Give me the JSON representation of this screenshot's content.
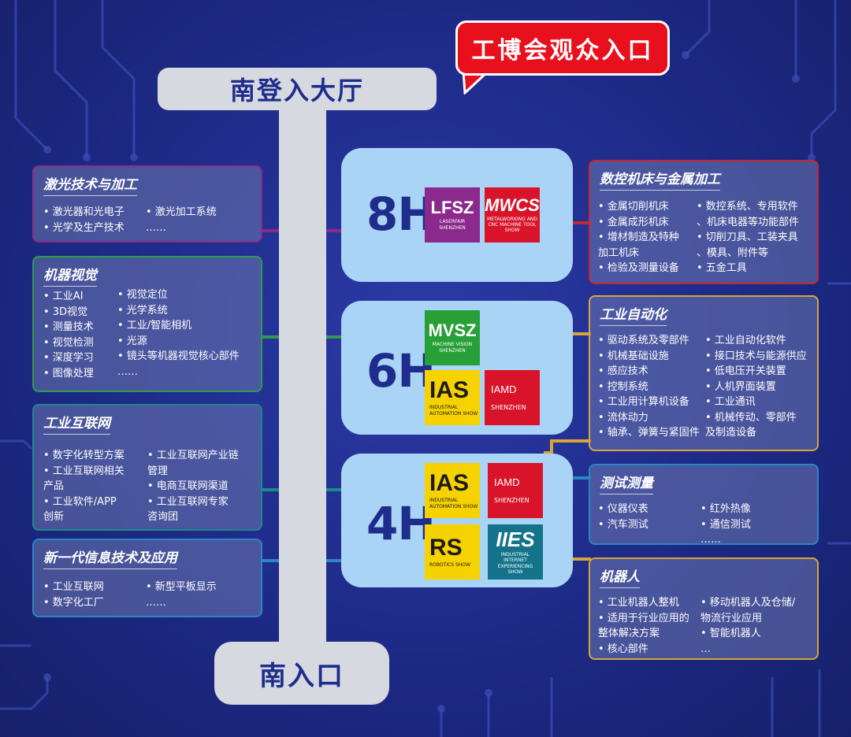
{
  "bubble": {
    "text": "工博会观众入口"
  },
  "south_hall": {
    "label": "南登入大厅"
  },
  "south_entrance": {
    "label": "南入口"
  },
  "halls": {
    "h8": {
      "label": "8H",
      "logos": {
        "lfsz": {
          "main": "LFSZ",
          "sub": "LASERFAIR SHENZHEN"
        },
        "mwcs": {
          "main": "MWCS",
          "sub": "METALWORKING AND CNC MACHINE TOOL SHOW"
        }
      }
    },
    "h6": {
      "label": "6H",
      "logos": {
        "mvsz": {
          "main": "MVSZ",
          "sub": "MACHINE VISION SHENZHEN"
        },
        "ias": {
          "main": "IAS",
          "sub": "INDUSTRIAL AUTOMATION SHOW"
        },
        "iamd": {
          "main": "IAMD",
          "sub": "SHENZHEN"
        }
      }
    },
    "h4": {
      "label": "4H",
      "logos": {
        "ias": {
          "main": "IAS",
          "sub": "INDUSTRIAL AUTOMATION SHOW"
        },
        "iamd": {
          "main": "IAMD",
          "sub": "SHENZHEN"
        },
        "rs": {
          "main": "RS",
          "sub": "ROBOTICS SHOW"
        },
        "iies": {
          "main": "IIES",
          "sub": "INDUSTRIAL INTERNET EXPERIENCING SHOW"
        }
      }
    }
  },
  "categories": {
    "laser": {
      "title": "激光技术与加工",
      "col1": [
        "• 激光器和光电子",
        "• 光学及生产技术"
      ],
      "col2": [
        "• 激光加工系统",
        "……"
      ]
    },
    "vision": {
      "title": "机器视觉",
      "col1": [
        "• 工业AI",
        "• 3D视觉",
        "• 测量技术",
        "• 视觉检测",
        "• 深度学习",
        "• 图像处理"
      ],
      "col2": [
        "• 视觉定位",
        "• 光学系统",
        "• 工业/智能相机",
        "• 光源",
        "• 镜头等机器视觉核心部件",
        "……"
      ]
    },
    "iiot": {
      "title": "工业互联网",
      "col1": [
        "• 数字化转型方案",
        "• 工业互联网相关",
        "  产品",
        "• 工业软件/APP",
        "  创新"
      ],
      "col2": [
        "• 工业互联网产业链",
        "  管理",
        "• 电商互联网渠道",
        "• 工业互联网专家",
        "  咨询团"
      ]
    },
    "it": {
      "title": "新一代信息技术及应用",
      "col1": [
        "• 工业互联网",
        "• 数字化工厂"
      ],
      "col2": [
        "• 新型平板显示",
        "……"
      ]
    },
    "cnc": {
      "title": "数控机床与金属加工",
      "col1": [
        "• 金属切削机床",
        "• 金属成形机床",
        "• 增材制造及特种",
        "  加工机床",
        "• 检验及测量设备"
      ],
      "col2": [
        "• 数控系统、专用软件",
        "、机床电器等功能部件",
        "• 切削刀具、工装夹具",
        "、模具、附件等",
        "• 五金工具"
      ]
    },
    "automation": {
      "title": "工业自动化",
      "col1": [
        "• 驱动系统及零部件",
        "• 机械基础设施",
        "• 感应技术",
        "• 控制系统",
        "• 工业用计算机设备",
        "• 流体动力",
        "• 轴承、弹簧与紧固件"
      ],
      "col2": [
        "• 工业自动化软件",
        "• 接口技术与能源供应",
        "• 低电压开关装置",
        "• 人机界面装置",
        "• 工业通讯",
        "• 机械传动、零部件",
        "及制造设备"
      ]
    },
    "testing": {
      "title": "测试测量",
      "col1": [
        "• 仪器仪表",
        "• 汽车测试"
      ],
      "col2": [
        "• 红外热像",
        "• 通信测试",
        "……"
      ]
    },
    "robot": {
      "title": "机器人",
      "col1": [
        "• 工业机器人整机",
        "• 适用于行业应用的",
        "  整体解决方案",
        "• 核心部件"
      ],
      "col2": [
        "• 移动机器人及仓储/",
        "  物流行业应用",
        "• 智能机器人",
        "…"
      ]
    }
  },
  "colors": {
    "laser": "#8e2a86",
    "vision": "#2e9c4c",
    "iiot": "#1b8a8c",
    "it": "#2a86c4",
    "cnc": "#c4282e",
    "automation": "#d9a43a",
    "testing": "#2a86c4",
    "robot": "#d9a43a"
  }
}
